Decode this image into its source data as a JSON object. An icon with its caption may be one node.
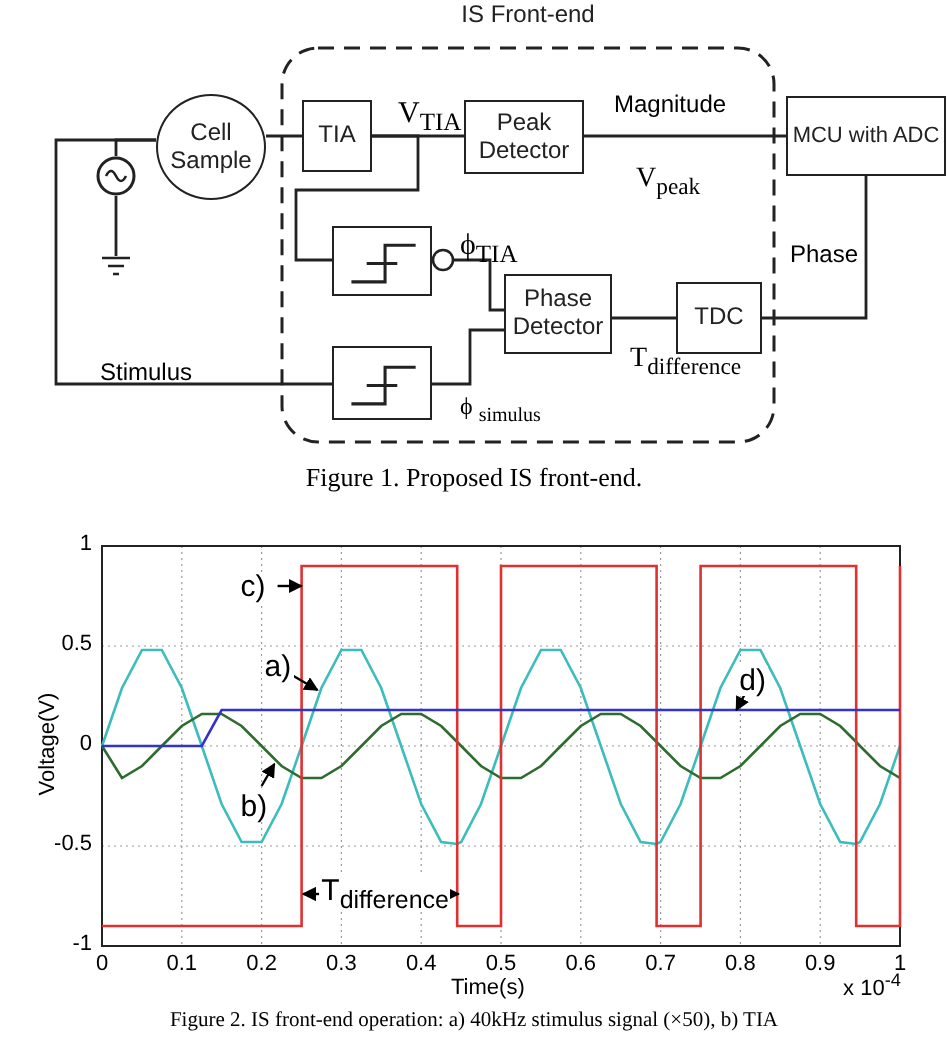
{
  "diagram": {
    "caption": "Figure 1.  Proposed IS front-end.",
    "nodes": [
      {
        "text": [
          "IS Front-end"
        ]
      },
      {
        "text": [
          "Cell Sample"
        ]
      },
      {
        "text": [
          "TIA"
        ],
        "in": 0
      },
      {
        "text": [
          "Peak Detector"
        ],
        "in": 0
      },
      {
        "text": [],
        "shape": "box",
        "in": 0
      },
      {
        "text": [
          "Phase Detector"
        ],
        "in": 0
      },
      {
        "text": [
          "TDC"
        ],
        "in": 0
      },
      {
        "text": [],
        "shape": "box",
        "in": 0
      },
      {
        "text": [
          "MCU with ADC"
        ]
      },
      {
        "text": [],
        "shape": "circle"
      },
      {
        "text": [],
        "shape": "ground"
      }
    ],
    "edges": [
      {
        "from": 1,
        "to": 2,
        "arrow": "none"
      },
      {
        "from": 2,
        "to": 3,
        "arrow": "none",
        "label": "V$_{TIA}$"
      },
      {
        "from": 2,
        "to": 4,
        "arrow": "none"
      },
      {
        "from": 3,
        "to": 8,
        "arrow": "none",
        "label": "Magnitude"
      },
      {
        "from": 4,
        "to": 5,
        "arrow": "other",
        "label": "ϕ$_{TIA}$"
      },
      {
        "from": 7,
        "to": 5,
        "arrow": "none",
        "label": "ϕ $_{simulus}$"
      },
      {
        "from": 5,
        "to": 6,
        "arrow": "none",
        "label": "T$_{difference}$"
      },
      {
        "from": 6,
        "to": 8,
        "arrow": "none",
        "label": "Phase"
      },
      {
        "from": 1,
        "to": 7,
        "arrow": "none",
        "label": "Stimulus"
      },
      {
        "from": 9,
        "to": 1,
        "arrow": "none"
      },
      {
        "from": 9,
        "to": 10,
        "arrow": "none"
      }
    ],
    "labels": [
      "V$_{peak}$",
      "Figure 2.  IS front-end operation: a) 40kHz stimulus signal (×50), b) TIA"
    ],
    "chart_data": {
      "type": "line",
      "xlabel": "Time(s)",
      "ylabel": "Voltage(V)",
      "xlim": [
        0,
        1
      ],
      "ylim": [
        -1,
        1
      ],
      "grid": true,
      "xticks": [
        0,
        0.1,
        0.2,
        0.3,
        0.4,
        0.5,
        0.6,
        0.7,
        0.8,
        0.9,
        1
      ],
      "yticks": [
        -1,
        -0.5,
        0,
        0.5,
        1
      ],
      "x": [
        0,
        0.025,
        0.05,
        0.075,
        0.1,
        0.125,
        0.15,
        0.175,
        0.2,
        0.225,
        0.25,
        0.25,
        0.275,
        0.3,
        0.325,
        0.35,
        0.375,
        0.4,
        0.425,
        0.445,
        0.445,
        0.45,
        0.475,
        0.5,
        0.5,
        0.525,
        0.55,
        0.575,
        0.6,
        0.625,
        0.65,
        0.675,
        0.695,
        0.695,
        0.7,
        0.725,
        0.75,
        0.75,
        0.775,
        0.8,
        0.825,
        0.85,
        0.875,
        0.9,
        0.925,
        0.945,
        0.945,
        0.95,
        0.975,
        1,
        1
      ],
      "series": [
        {
          "color": "#3cbcbc",
          "values": [
            0,
            0.29,
            0.48,
            0.48,
            0.29,
            0,
            -0.29,
            -0.48,
            -0.48,
            -0.29,
            0,
            0,
            0.29,
            0.48,
            0.48,
            0.29,
            0,
            -0.29,
            -0.48,
            -0.49,
            -0.49,
            -0.48,
            -0.29,
            0,
            0,
            0.29,
            0.48,
            0.48,
            0.29,
            0,
            -0.29,
            -0.48,
            -0.49,
            -0.49,
            -0.48,
            -0.29,
            0,
            0,
            0.29,
            0.48,
            0.48,
            0.29,
            0,
            -0.29,
            -0.48,
            -0.49,
            -0.49,
            -0.48,
            -0.29,
            0,
            0
          ]
        },
        {
          "color": "#2e6b2e",
          "values": [
            0,
            -0.16,
            -0.1,
            0,
            0.1,
            0.16,
            0.16,
            0.1,
            0,
            -0.1,
            -0.16,
            -0.16,
            -0.16,
            -0.1,
            0,
            0.1,
            0.16,
            0.16,
            0.1,
            0.02,
            0.02,
            0,
            -0.1,
            -0.16,
            -0.16,
            -0.16,
            -0.1,
            0,
            0.1,
            0.16,
            0.16,
            0.1,
            0.02,
            0.02,
            0,
            -0.1,
            -0.16,
            -0.16,
            -0.16,
            -0.1,
            0,
            0.1,
            0.16,
            0.16,
            0.1,
            0.02,
            0.02,
            0,
            -0.1,
            -0.16,
            -0.16
          ]
        },
        {
          "color": "#e03030",
          "values": [
            -0.9,
            -0.9,
            -0.9,
            -0.9,
            -0.9,
            -0.9,
            -0.9,
            -0.9,
            -0.9,
            -0.9,
            -0.9,
            0.9,
            0.9,
            0.9,
            0.9,
            0.9,
            0.9,
            0.9,
            0.9,
            0.9,
            -0.9,
            -0.9,
            -0.9,
            -0.9,
            0.9,
            0.9,
            0.9,
            0.9,
            0.9,
            0.9,
            0.9,
            0.9,
            0.9,
            -0.9,
            -0.9,
            -0.9,
            -0.9,
            0.9,
            0.9,
            0.9,
            0.9,
            0.9,
            0.9,
            0.9,
            0.9,
            0.9,
            -0.9,
            -0.9,
            -0.9,
            -0.9,
            0.9
          ]
        },
        {
          "color": "#3333cc",
          "values": [
            0,
            0,
            0,
            0,
            0,
            0,
            0.18,
            0.18,
            0.18,
            0.18,
            0.18,
            0.18,
            0.18,
            0.18,
            0.18,
            0.18,
            0.18,
            0.18,
            0.18,
            0.18,
            0.18,
            0.18,
            0.18,
            0.18,
            0.18,
            0.18,
            0.18,
            0.18,
            0.18,
            0.18,
            0.18,
            0.18,
            0.18,
            0.18,
            0.18,
            0.18,
            0.18,
            0.18,
            0.18,
            0.18,
            0.18,
            0.18,
            0.18,
            0.18,
            0.18,
            0.18,
            0.18,
            0.18,
            0.18,
            0.18,
            0.18
          ]
        }
      ],
      "annotations": [
        {
          "text": "c)",
          "x": 0.25,
          "y": 0.8
        },
        {
          "text": "a)",
          "x": 0.27,
          "y": 0.28
        },
        {
          "text": "d)",
          "x": 0.795,
          "y": 0.18
        },
        {
          "text": "b)",
          "x": 0.216,
          "y": -0.09
        },
        "T$_{difference}$",
        "x 10$^{-4}$"
      ]
    }
  }
}
